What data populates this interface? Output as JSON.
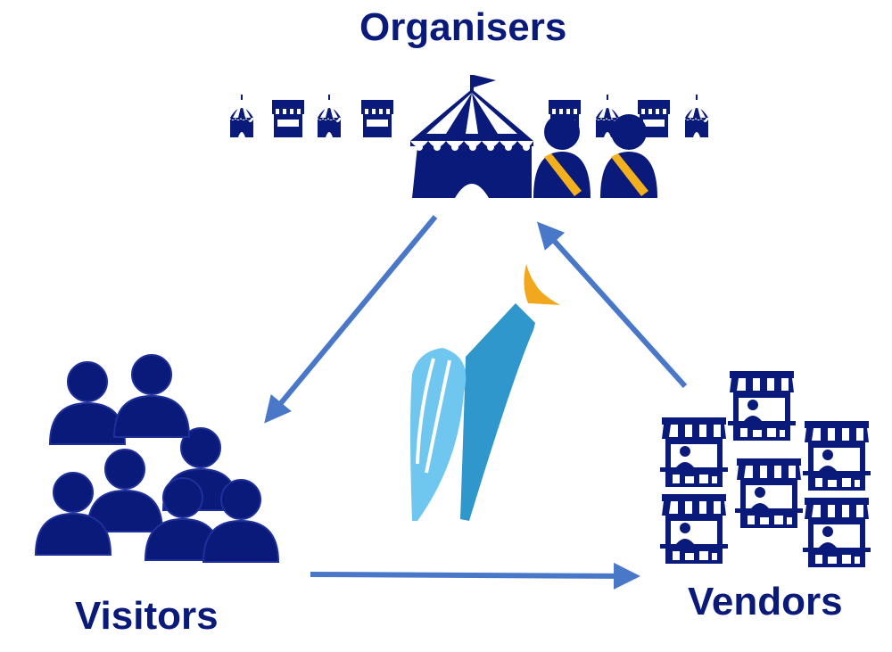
{
  "labels": {
    "organisers": "Organisers",
    "visitors": "Visitors",
    "vendors": "Vendors"
  },
  "colors": {
    "navy": "#0a1a7a",
    "arrow": "#4a78c8",
    "sash": "#f2b01e",
    "logo_light": "#6fc7ef",
    "logo_mid": "#2f97cc",
    "logo_beak": "#f2a81e"
  }
}
